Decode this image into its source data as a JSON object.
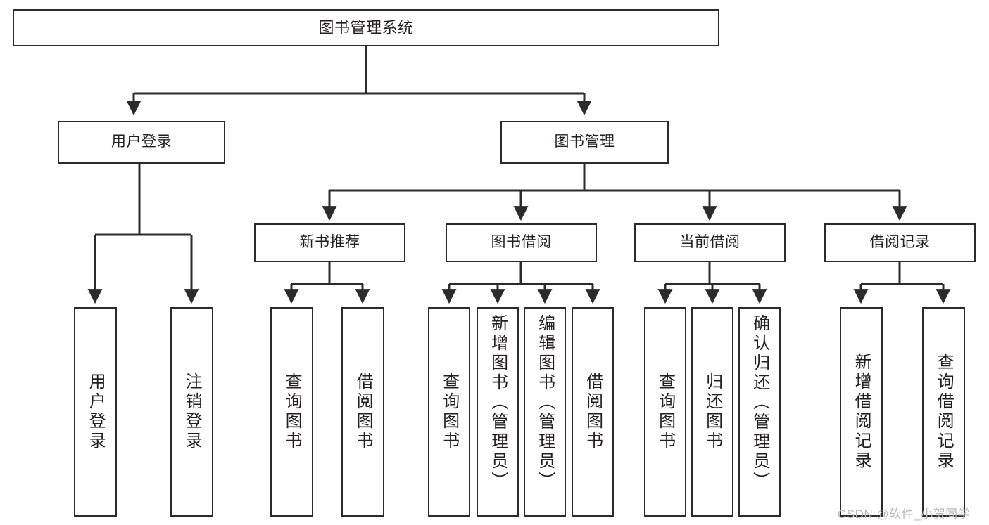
{
  "diagram": {
    "type": "tree",
    "title": "图书管理系统",
    "root": {
      "label": "图书管理系统"
    },
    "level1": [
      {
        "label": "用户登录"
      },
      {
        "label": "图书管理"
      }
    ],
    "level2": [
      {
        "label": "新书推荐"
      },
      {
        "label": "图书借阅"
      },
      {
        "label": "当前借阅"
      },
      {
        "label": "借阅记录"
      }
    ],
    "leaves": {
      "user_login": [
        {
          "label": "用户登录"
        },
        {
          "label": "注销登录"
        }
      ],
      "new_book_recommend": [
        {
          "label": "查询图书"
        },
        {
          "label": "借阅图书"
        }
      ],
      "book_borrow": [
        {
          "label": "查询图书"
        },
        {
          "label": "新增图书（管理员）"
        },
        {
          "label": "编辑图书（管理员）"
        },
        {
          "label": "借阅图书"
        }
      ],
      "current_borrow": [
        {
          "label": "查询图书"
        },
        {
          "label": "归还图书"
        },
        {
          "label": "确认归还（管理员）"
        }
      ],
      "borrow_record": [
        {
          "label": "新增借阅记录"
        },
        {
          "label": "查询借阅记录"
        }
      ]
    },
    "watermark": "CSDN @软件_小贺同学",
    "colors": {
      "stroke": "#2b2b2b",
      "text": "#231f20",
      "background": "#ffffff",
      "watermark": "#b9b9b9"
    }
  }
}
